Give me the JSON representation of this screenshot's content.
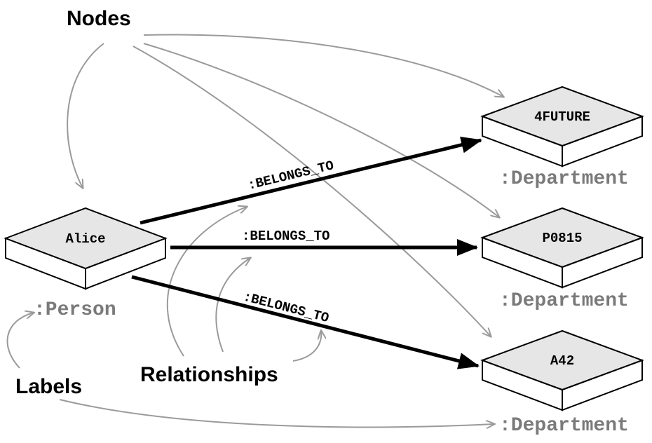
{
  "callouts": {
    "nodes": "Nodes",
    "relationships": "Relationships",
    "labels": "Labels"
  },
  "nodes": [
    {
      "id": "alice",
      "name": "Alice",
      "label": ":Person"
    },
    {
      "id": "4future",
      "name": "4FUTURE",
      "label": ":Department"
    },
    {
      "id": "p0815",
      "name": "P0815",
      "label": ":Department"
    },
    {
      "id": "a42",
      "name": "A42",
      "label": ":Department"
    }
  ],
  "relationships": [
    {
      "from": "Alice",
      "to": "4FUTURE",
      "type": ":BELONGS_TO"
    },
    {
      "from": "Alice",
      "to": "P0815",
      "type": ":BELONGS_TO"
    },
    {
      "from": "Alice",
      "to": "A42",
      "type": ":BELONGS_TO"
    }
  ],
  "colors": {
    "node_top": "#e6e6e6",
    "node_side": "#ffffff",
    "outline": "#000000",
    "label_gray": "#7a7a7a",
    "annotation_arrow": "#9a9a9a"
  }
}
